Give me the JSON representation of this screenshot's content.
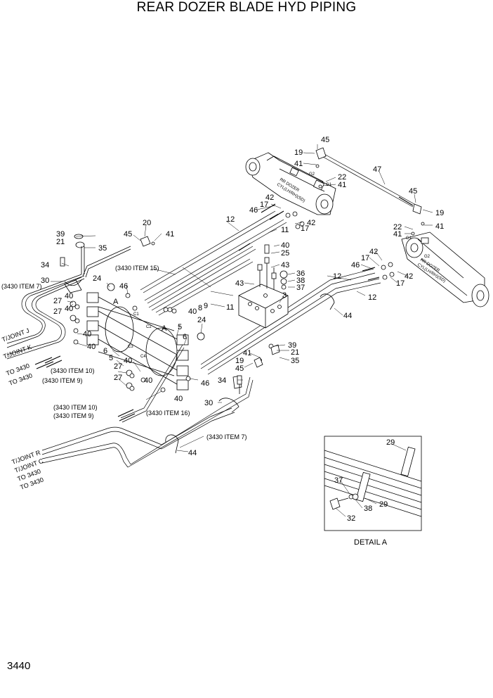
{
  "title": "REAR DOZER BLADE HYD PIPING",
  "page_number": "3440",
  "detail_label": "DETAIL  A",
  "cylinder_text": {
    "upper": [
      "RR DOZER",
      "CYL(LH/RH)(SD)"
    ],
    "lower": [
      "RR DOZER",
      "CYL(LH/RH)(SD)"
    ],
    "ports": [
      "G2",
      "G1",
      "G1",
      "G2"
    ]
  },
  "references": {
    "r3430_15": "(3430 ITEM 15)",
    "r3430_7_left": "(3430 ITEM 7)",
    "r3430_10_mid": "(3430 ITEM 10)",
    "r3430_9_mid": "(3430 ITEM 9)",
    "r3430_10_low": "(3430 ITEM 10)",
    "r3430_9_low": "(3430 ITEM 9)",
    "r3430_16": "(3430 ITEM 16)",
    "r3430_7_low": "(3430 ITEM 7)",
    "tjoint_j": "T/JOINT  J",
    "tjoint_k": "T/JOINT  K",
    "to3430_a": "TO 3430",
    "to3430_b": "TO 3430",
    "tjoint_r": "T/JOINT  R",
    "tjoint_c": "T/JOINT  C",
    "to3430_c": "TO 3430",
    "to3430_d": "TO 3430"
  },
  "markers": {
    "a1": "A",
    "a2": "A"
  },
  "callouts": {
    "c45_top": "45",
    "c19_top": "19",
    "c41_top": "41",
    "c47": "47",
    "c22_top": "22",
    "c41_top2": "41",
    "c45_right": "45",
    "c19_right": "19",
    "c22_right": "22",
    "c41_right": "41",
    "c41_right2": "41",
    "c42_a": "42",
    "c17_a": "17",
    "c46_a": "46",
    "c17_b": "17",
    "c42_b": "42",
    "c12_a": "12",
    "c11_a": "11",
    "c20": "20",
    "c41_b": "41",
    "c45_b": "45",
    "c39": "39",
    "c21": "21",
    "c35": "35",
    "c34": "34",
    "c30_a": "30",
    "c40_a": "40",
    "c25": "25",
    "c43_a": "43",
    "c36": "36",
    "c38": "38",
    "c37": "37",
    "c43_b": "43",
    "c3": "3",
    "c24_a": "24",
    "c46_b": "46",
    "c40_b": "40",
    "c27_a": "27",
    "c27_b": "27",
    "c40_c": "40",
    "c9": "9",
    "c8": "8",
    "c11_b": "11",
    "c40_d": "40",
    "c5_a": "5",
    "c24_b": "24",
    "c6_a": "6",
    "c6_b": "6",
    "c5_b": "5",
    "c40_e": "40",
    "c27_c": "27",
    "c27_d": "27",
    "c40_f": "40",
    "c46_c": "46",
    "c40_g": "40",
    "c12_b": "12",
    "c46_d": "46",
    "c17_c": "17",
    "c42_c": "42",
    "c42_d": "42",
    "c17_d": "17",
    "c12_c": "12",
    "c44_a": "44",
    "c39_b": "39",
    "c21_b": "21",
    "c41_c": "41",
    "c35_b": "35",
    "c19_b": "19",
    "c45_c": "45",
    "c34_b": "34",
    "c30_b": "30",
    "c44_b": "44",
    "d29_a": "29",
    "d37": "37",
    "d38": "38",
    "d29_b": "29",
    "d32": "32"
  }
}
